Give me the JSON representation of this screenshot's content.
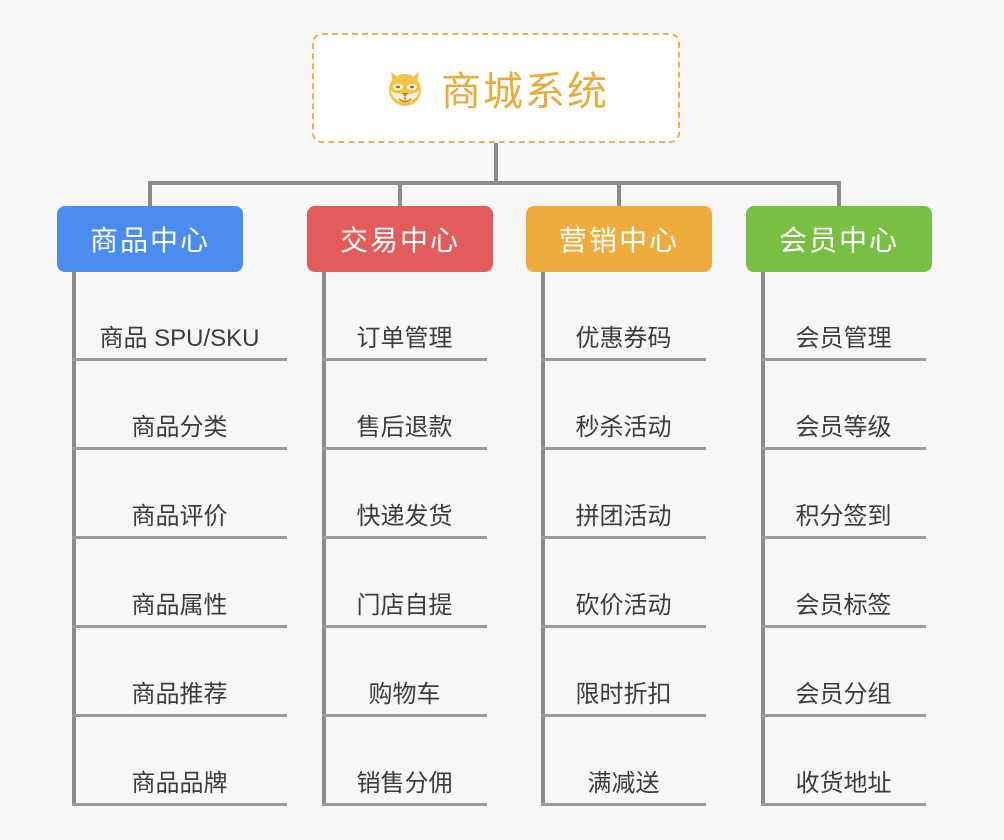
{
  "background_color": "#f7f7f7",
  "root": {
    "icon": "shiba-dog-face-emoji",
    "title": "商城系统",
    "title_color": "#e8ab3c",
    "border_color": "#eeb14a"
  },
  "connector_color": "#8b8b8b",
  "branches": [
    {
      "label": "商品中心",
      "color": "#4a8cf0",
      "items": [
        "商品 SPU/SKU",
        "商品分类",
        "商品评价",
        "商品属性",
        "商品推荐",
        "商品品牌"
      ]
    },
    {
      "label": "交易中心",
      "color": "#e25c5c",
      "items": [
        "订单管理",
        "售后退款",
        "快递发货",
        "门店自提",
        "购物车",
        "销售分佣"
      ]
    },
    {
      "label": "营销中心",
      "color": "#eeac3f",
      "items": [
        "优惠券码",
        "秒杀活动",
        "拼团活动",
        "砍价活动",
        "限时折扣",
        "满减送"
      ]
    },
    {
      "label": "会员中心",
      "color": "#78c043",
      "items": [
        "会员管理",
        "会员等级",
        "积分签到",
        "会员标签",
        "会员分组",
        "收货地址"
      ]
    }
  ]
}
